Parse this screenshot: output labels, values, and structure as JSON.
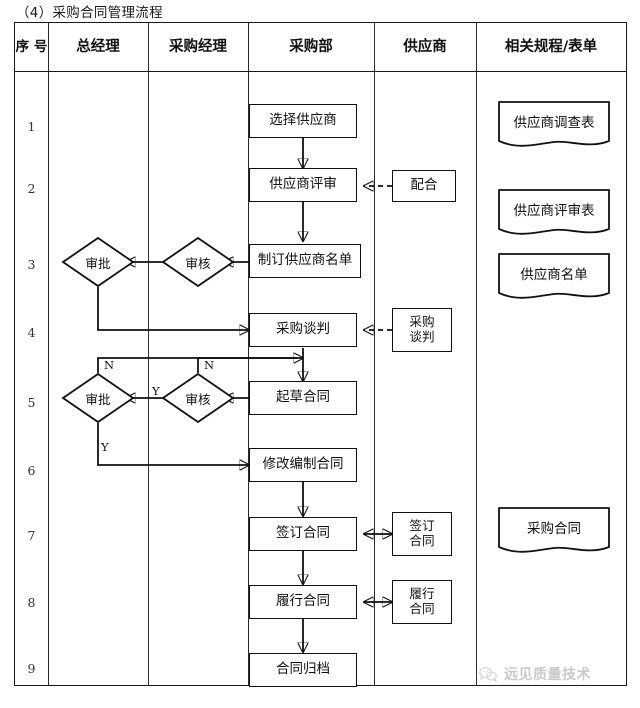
{
  "title": "（4）采购合同管理流程",
  "table": {
    "columns": [
      {
        "id": "seq",
        "label": "序\n号"
      },
      {
        "id": "gm",
        "label": "总经理"
      },
      {
        "id": "pm",
        "label": "采购经理"
      },
      {
        "id": "dept",
        "label": "采购部"
      },
      {
        "id": "supplier",
        "label": "供应商"
      },
      {
        "id": "docs",
        "label": "相关规程/表单"
      }
    ],
    "row_numbers": [
      "1",
      "2",
      "3",
      "4",
      "5",
      "6",
      "7",
      "8",
      "9"
    ]
  },
  "nodes": {
    "select_supplier": "选择供应商",
    "supplier_review": "供应商评审",
    "make_list": "制订供应商名单",
    "negotiate": "采购谈判",
    "draft_contract": "起草合同",
    "revise_contract": "修改编制合同",
    "sign_contract": "签订合同",
    "perform_contract": "履行合同",
    "archive_contract": "合同归档",
    "approve_1": "审批",
    "check_1": "审核",
    "approve_2": "审批",
    "check_2": "审核",
    "cooperate": "配合",
    "supplier_negotiate": "采购\n谈判",
    "supplier_sign": "签订\n合同",
    "supplier_perform": "履行\n合同"
  },
  "documents": {
    "survey_form": "供应商调查表",
    "review_form": "供应商评审表",
    "supplier_list": "供应商名单",
    "purchase_contract": "采购合同"
  },
  "branch_labels": {
    "approve2_no": "N",
    "check2_no": "N",
    "check2_yes": "Y",
    "approve2_yes": "Y"
  },
  "watermark": {
    "text": "远见质量技术",
    "logo": "wechat-icon"
  },
  "colors": {
    "line": "#111111",
    "border": "#1a1a1a",
    "background": "#ffffff",
    "watermark": "#8a8a8a"
  }
}
